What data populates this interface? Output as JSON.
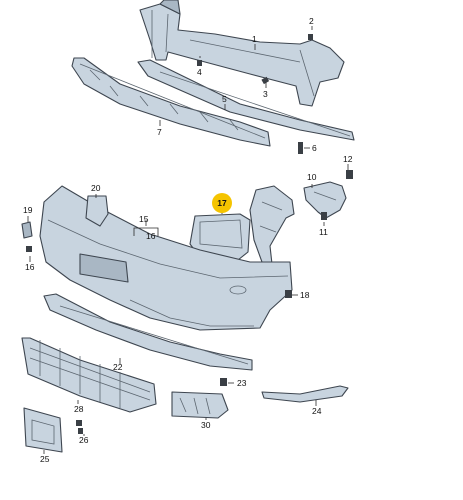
{
  "diagram": {
    "highlight_color": "#f5c400",
    "part_color": "#c8d4df",
    "labels": {
      "p1": "1",
      "p2": "2",
      "p3": "3",
      "p4": "4",
      "p5": "5",
      "p6": "6",
      "p7": "7",
      "p10": "10",
      "p11": "11",
      "p12": "12",
      "p15": "15",
      "p16a": "16",
      "p16b": "16",
      "p17": "17",
      "p18": "18",
      "p19": "19",
      "p20": "20",
      "p22": "22",
      "p23": "23",
      "p24": "24",
      "p25": "25",
      "p26": "26",
      "p28": "28",
      "p30": "30"
    }
  }
}
